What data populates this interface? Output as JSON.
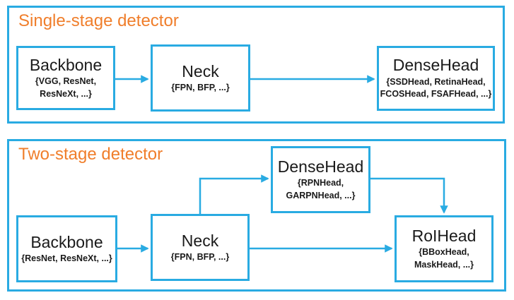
{
  "colors": {
    "accent": "#29abe2",
    "panel_title": "#f07e2b",
    "node_text": "#1a1a1a",
    "background": "#ffffff"
  },
  "panels": [
    {
      "title": "Single-stage detector",
      "boxes": [
        {
          "title": "Backbone",
          "sub": "{VGG, ResNet,\nResNeXt, ...}"
        },
        {
          "title": "Neck",
          "sub": "{FPN, BFP, ...}"
        },
        {
          "title": "DenseHead",
          "sub": "{SSDHead, RetinaHead,\nFCOSHead, FSAFHead, ...}"
        }
      ],
      "connections": [
        {
          "from": "Backbone",
          "to": "Neck"
        },
        {
          "from": "Neck",
          "to": "DenseHead"
        }
      ]
    },
    {
      "title": "Two-stage detector",
      "boxes": [
        {
          "title": "Backbone",
          "sub": "{ResNet, ResNeXt, ...}"
        },
        {
          "title": "Neck",
          "sub": "{FPN, BFP, ...}"
        },
        {
          "title": "DenseHead",
          "sub": "{RPNHead,\nGARPNHead, ...}"
        },
        {
          "title": "RoIHead",
          "sub": "{BBoxHead,\nMaskHead, ...}"
        }
      ],
      "connections": [
        {
          "from": "Backbone",
          "to": "Neck"
        },
        {
          "from": "Neck",
          "to": "DenseHead"
        },
        {
          "from": "DenseHead",
          "to": "RoIHead"
        },
        {
          "from": "Neck",
          "to": "RoIHead"
        }
      ]
    }
  ]
}
